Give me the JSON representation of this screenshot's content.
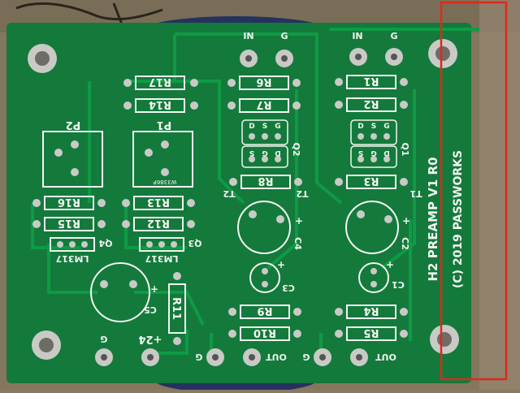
{
  "board": {
    "title": "H2 PREAMP V1 R0",
    "copyright": "(C) 2019 PASSWORKS"
  },
  "resistors": [
    "R17",
    "R14",
    "R6",
    "R7",
    "R1",
    "R2",
    "R8",
    "R3",
    "R16",
    "R15",
    "R13",
    "R12",
    "R9",
    "R10",
    "R4",
    "R5",
    "R11"
  ],
  "pots": [
    "P2",
    "P1"
  ],
  "pot_code": "W3386P",
  "transistors": [
    "Q2",
    "Q1"
  ],
  "jfet_pins": [
    "D",
    "S",
    "G"
  ],
  "regulators": [
    "Q4",
    "Q3",
    "LM317",
    "LM317"
  ],
  "capacitors": [
    "C4",
    "C2",
    "C3",
    "C1",
    "C5"
  ],
  "tracks": [
    "T2",
    "T2",
    "T1"
  ],
  "pads_top": [
    "IN",
    "G",
    "IN",
    "G"
  ],
  "pads_bottom": [
    "G",
    "OUT",
    "G",
    "OUT",
    "G",
    "+24"
  ],
  "polarity": "+",
  "colors": {
    "pcb": "#137a3c",
    "silk": "#f2f5ef",
    "pad": "#c9cac6",
    "annotation": "#e0281e"
  }
}
